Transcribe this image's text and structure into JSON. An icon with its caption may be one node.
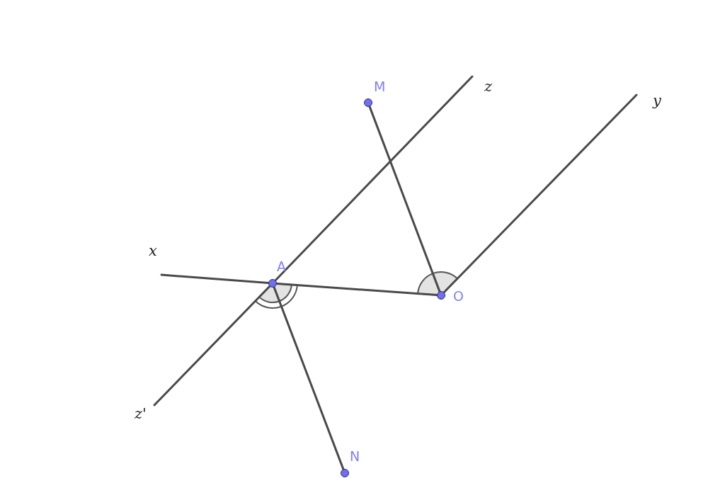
{
  "diagram": {
    "nodes": [
      {
        "text": [
          "z"
        ]
      },
      {
        "text": [
          "M"
        ]
      },
      {
        "text": [
          "y"
        ]
      },
      {
        "text": [
          "x"
        ]
      },
      {
        "text": [
          "A"
        ]
      },
      {
        "text": [
          "O"
        ]
      },
      {
        "text": [
          "z'"
        ]
      },
      {
        "text": [
          "N"
        ]
      }
    ],
    "edges": [
      {
        "from": 1,
        "to": 5,
        "arrow": "none"
      },
      {
        "from": 4,
        "to": 5,
        "arrow": "none"
      },
      {
        "from": 4,
        "to": 7,
        "arrow": "none"
      },
      {
        "from": 4,
        "to": 0,
        "arrow": "none"
      },
      {
        "from": 4,
        "to": 6,
        "arrow": "none"
      },
      {
        "from": 4,
        "to": 3,
        "arrow": "none"
      },
      {
        "from": 5,
        "to": 2,
        "arrow": "none"
      }
    ]
  }
}
